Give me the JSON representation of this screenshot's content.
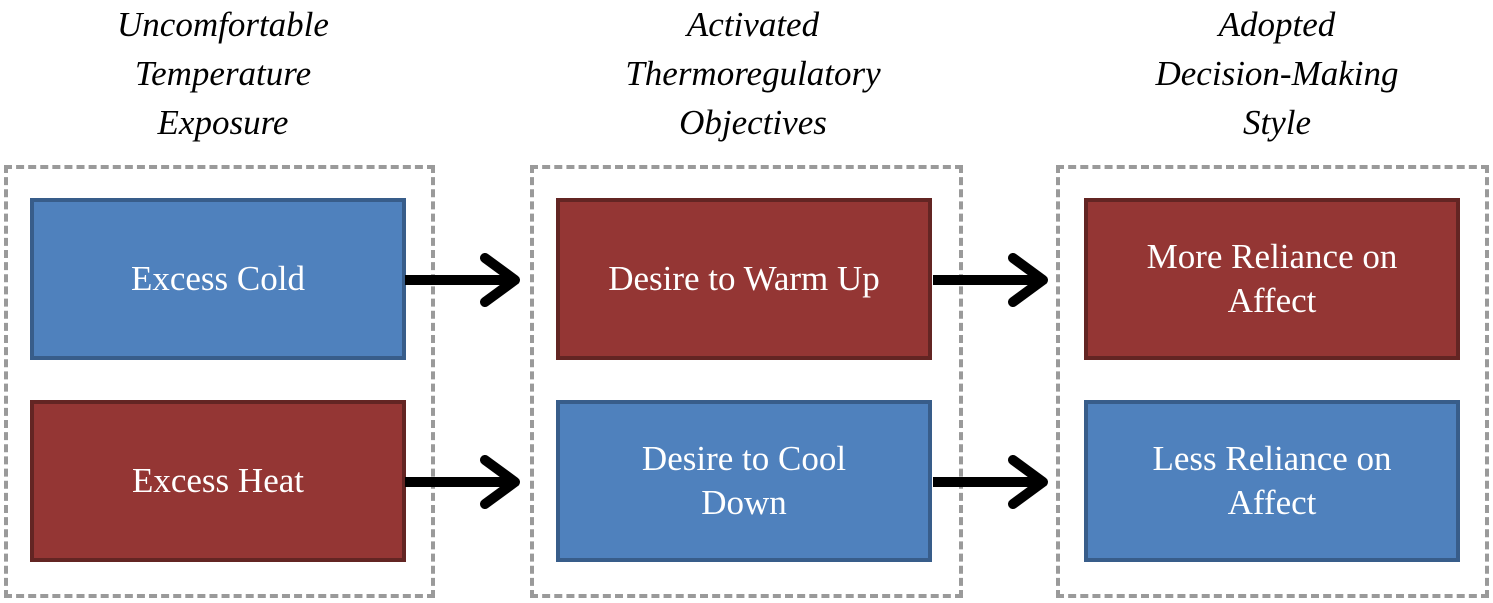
{
  "headings": [
    [
      "Uncomfortable",
      "Temperature",
      "Exposure"
    ],
    [
      "Activated",
      "Thermoregulatory",
      "Objectives"
    ],
    [
      "Adopted",
      "Decision-Making",
      "Style"
    ]
  ],
  "boxes": {
    "exposure_cold": [
      "Excess Cold"
    ],
    "exposure_heat": [
      "Excess Heat"
    ],
    "objective_warm": [
      "Desire to Warm Up"
    ],
    "objective_cool": [
      "Desire to Cool",
      "Down"
    ],
    "style_more": [
      "More Reliance on",
      "Affect"
    ],
    "style_less": [
      "Less Reliance on",
      "Affect"
    ]
  },
  "colors": {
    "cold_fill": "#4f81bd",
    "cold_border": "#385d8a",
    "warm_fill": "#943634",
    "warm_border": "#632523",
    "dashed_border": "#9a9a9a",
    "arrow": "#000000"
  }
}
